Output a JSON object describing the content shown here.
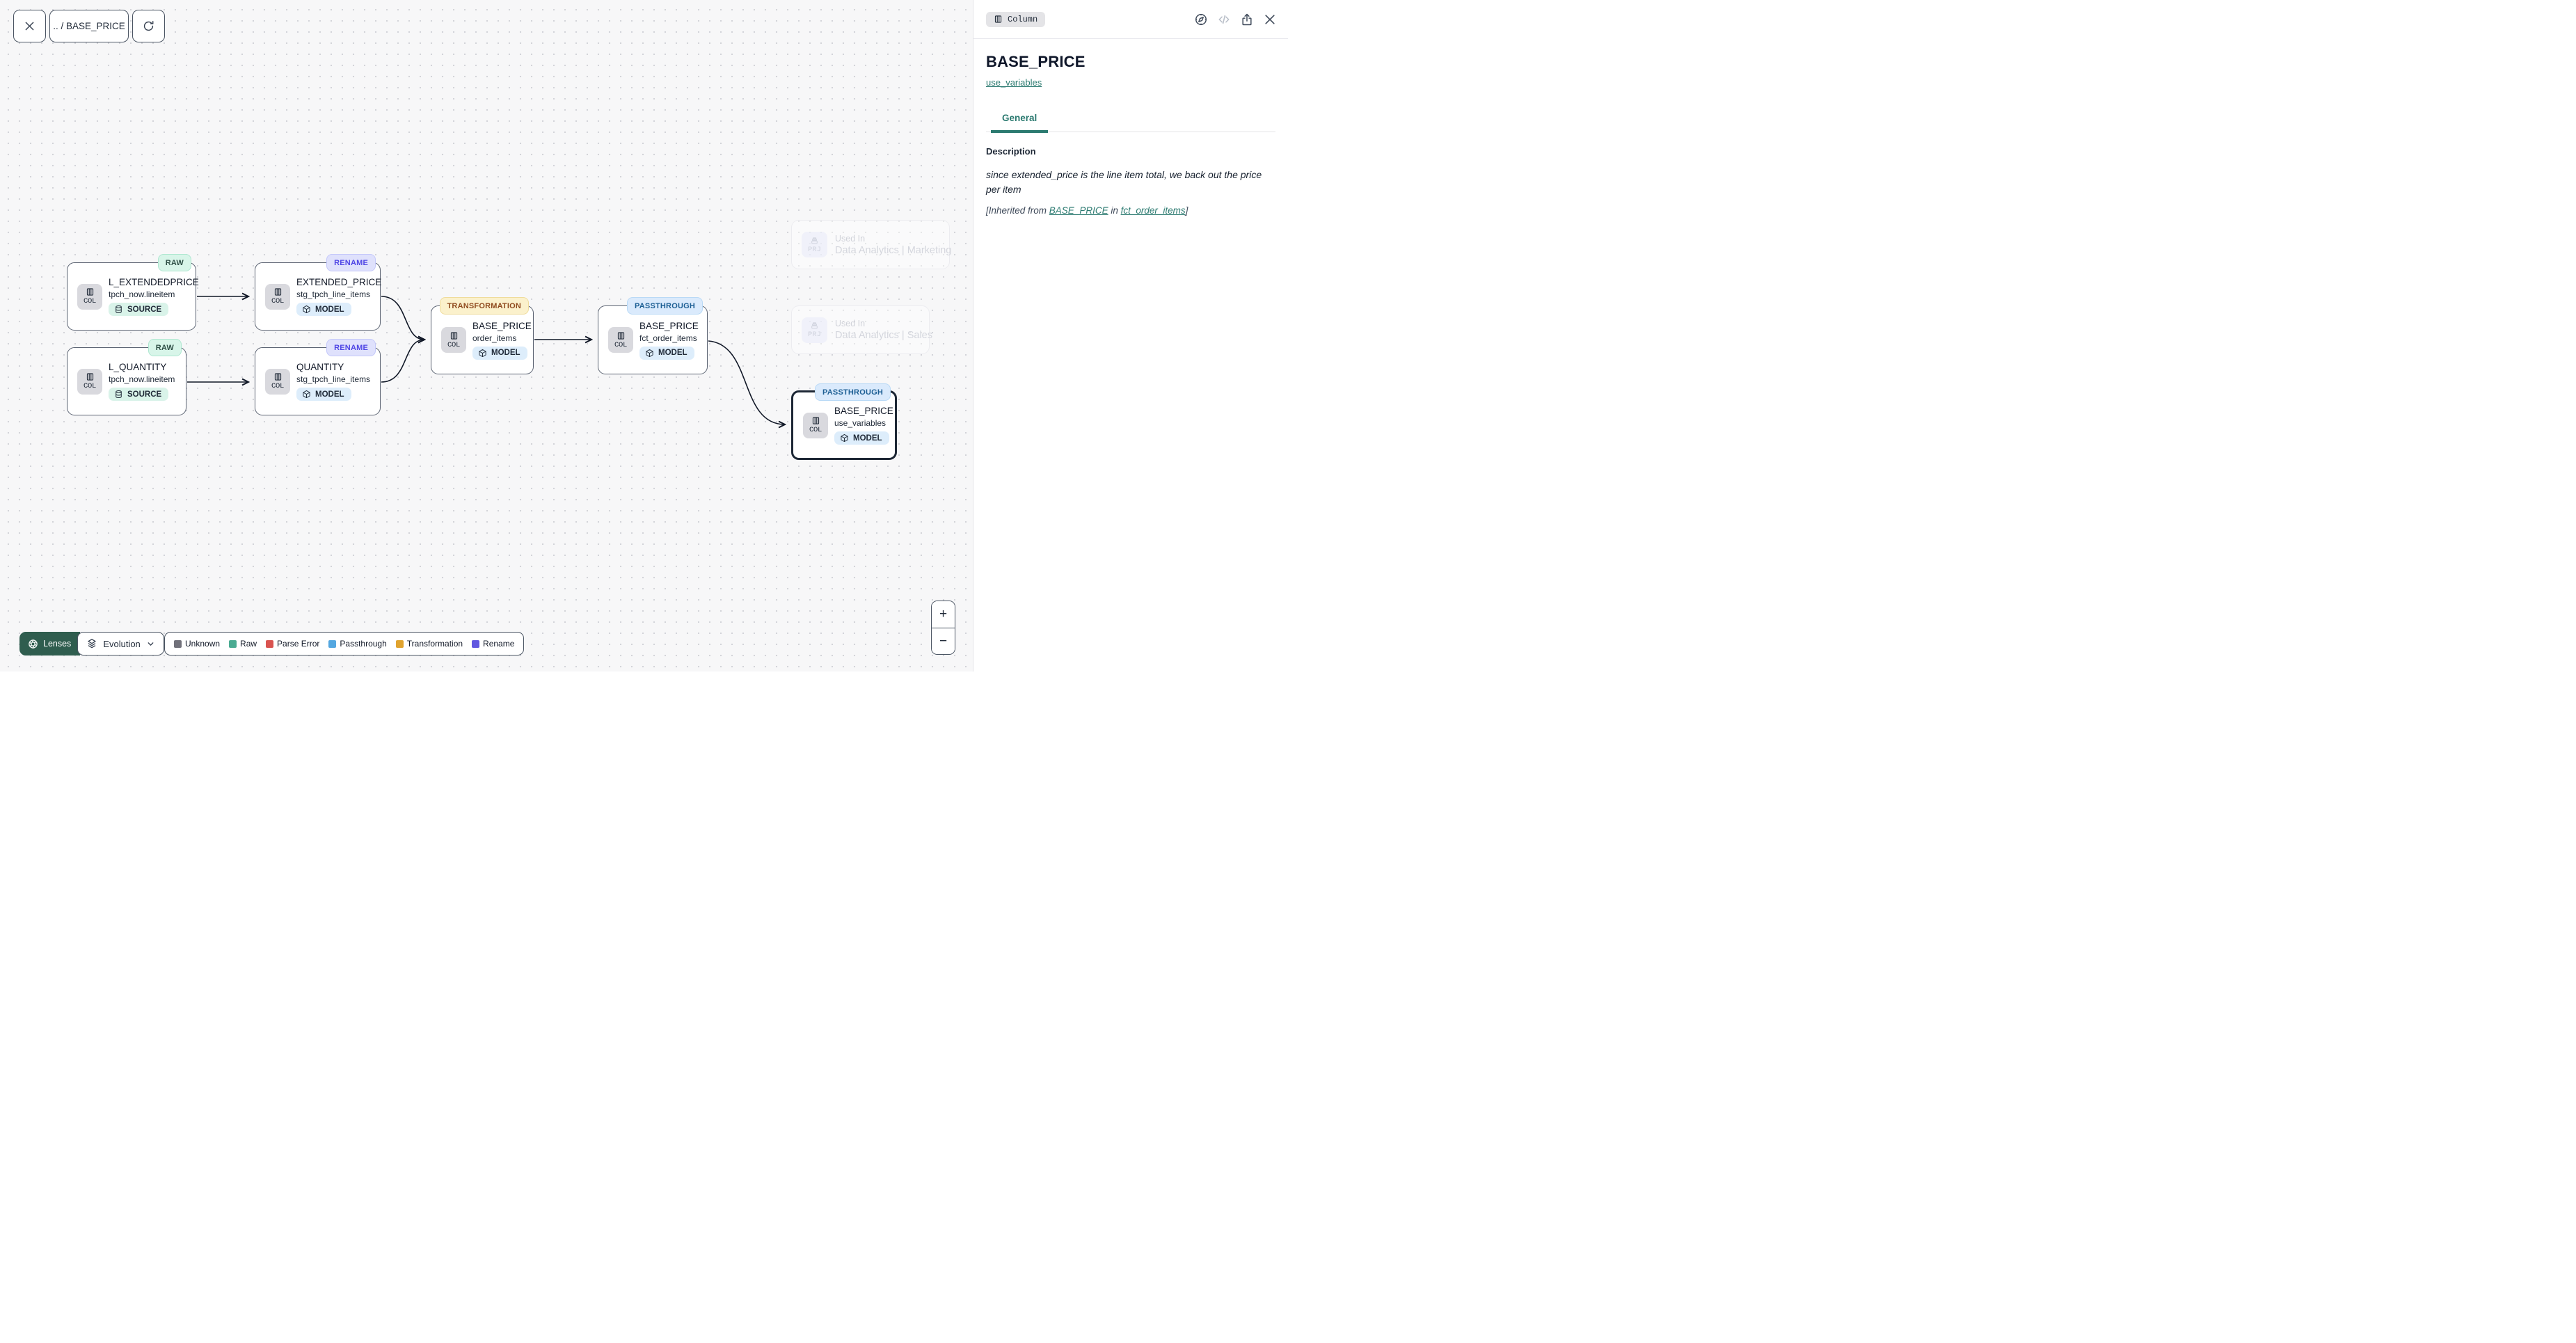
{
  "toolbar": {
    "breadcrumb": ".. / BASE_PRICE"
  },
  "canvas": {
    "nodes": [
      {
        "badge": "RAW",
        "chip": "COL",
        "title": "L_EXTENDEDPRICE",
        "subtitle": "tpch_now.lineitem",
        "kind": "SOURCE"
      },
      {
        "badge": "RENAME",
        "chip": "COL",
        "title": "EXTENDED_PRICE",
        "subtitle": "stg_tpch_line_items",
        "kind": "MODEL"
      },
      {
        "badge": "RAW",
        "chip": "COL",
        "title": "L_QUANTITY",
        "subtitle": "tpch_now.lineitem",
        "kind": "SOURCE"
      },
      {
        "badge": "RENAME",
        "chip": "COL",
        "title": "QUANTITY",
        "subtitle": "stg_tpch_line_items",
        "kind": "MODEL"
      },
      {
        "badge": "TRANSFORMATION",
        "chip": "COL",
        "title": "BASE_PRICE",
        "subtitle": "order_items",
        "kind": "MODEL"
      },
      {
        "badge": "PASSTHROUGH",
        "chip": "COL",
        "title": "BASE_PRICE",
        "subtitle": "fct_order_items",
        "kind": "MODEL"
      },
      {
        "badge": "PASSTHROUGH",
        "chip": "COL",
        "title": "BASE_PRICE",
        "subtitle": "use_variables",
        "kind": "MODEL",
        "selected": true
      }
    ],
    "ghost_nodes": [
      {
        "chip": "PRJ",
        "label": "Used In",
        "title": "Data Analytics | Marketing"
      },
      {
        "chip": "PRJ",
        "label": "Used In",
        "title": "Data Analytics | Sales"
      }
    ],
    "zoom_in": "+",
    "zoom_out": "−"
  },
  "legend": {
    "lenses_label": "Lenses",
    "active_lens": "Evolution",
    "items": [
      {
        "label": "Unknown",
        "color": "#71717a"
      },
      {
        "label": "Raw",
        "color": "#4aab92"
      },
      {
        "label": "Parse Error",
        "color": "#d9534f"
      },
      {
        "label": "Passthrough",
        "color": "#54a7e0"
      },
      {
        "label": "Transformation",
        "color": "#e0a32e"
      },
      {
        "label": "Rename",
        "color": "#6157e0"
      }
    ]
  },
  "panel": {
    "type_badge": "Column",
    "title": "BASE_PRICE",
    "model_link": "use_variables",
    "tabs": [
      {
        "label": "General",
        "active": true
      }
    ],
    "description_label": "Description",
    "description_text": "since extended_price is the line item total, we back out the price per item",
    "inherited": {
      "prefix": "[Inherited from ",
      "link1": "BASE_PRICE",
      "middle": " in ",
      "link2": "fct_order_items",
      "suffix": "]"
    }
  },
  "icons": {
    "toolbar": [
      "close-icon",
      "refresh-icon"
    ],
    "panel": [
      "compass-icon",
      "code-icon",
      "share-icon",
      "close-icon"
    ],
    "node": [
      "columns-icon",
      "database-icon",
      "cube-icon",
      "project-stack-icon"
    ],
    "legend": [
      "aperture-icon",
      "layers-icon",
      "chevron-down-icon"
    ]
  },
  "colors": {
    "accent_teal": "#2b7a70",
    "lenses_green": "#2f5d4e",
    "edge": "#111827",
    "badge_raw_bg": "#d8f5e9",
    "badge_rename_bg": "#dfe1fc",
    "badge_transformation_bg": "#fbf1cc",
    "badge_passthrough_bg": "#daeafc",
    "kind_source_bg": "#d9f3e9",
    "kind_model_bg": "#ddedfb"
  }
}
